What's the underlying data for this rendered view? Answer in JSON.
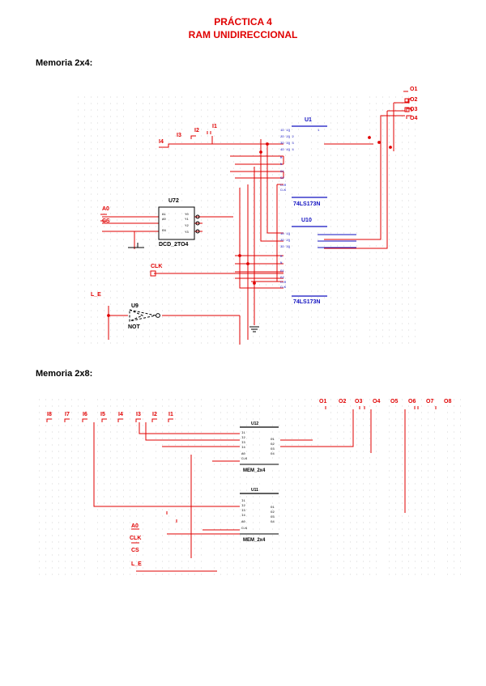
{
  "header": {
    "line1": "PRÁCTICA 4",
    "line2": "RAM UNIDIRECCIONAL"
  },
  "sections": {
    "s1": "Memoria 2x4:",
    "s2": "Memoria 2x8:"
  },
  "colors": {
    "wire": "#e00000",
    "part": "#1010c0",
    "label": "#e00000",
    "ink": "#000000",
    "grid": "#b8b8b8"
  },
  "mem2x4": {
    "outputs": [
      "O1",
      "O2",
      "O3",
      "O4"
    ],
    "inputs": [
      "I1",
      "I2",
      "I3",
      "I4"
    ],
    "u1_ref": "U1",
    "u1_part": "74LS173N",
    "u10_ref": "U10",
    "u10_part": "74LS173N",
    "dec_ref": "U72",
    "dec_part": "DCD_2TO4",
    "inv_ref": "U9",
    "inv_part": "NOT",
    "a0": "A0",
    "cs": "CS",
    "clk": "CLK",
    "le": "L_E"
  },
  "mem2x8": {
    "outputs": [
      "O1",
      "O2",
      "O3",
      "O4",
      "O5",
      "O6",
      "O7",
      "O8"
    ],
    "inputs": [
      "I8",
      "I7",
      "I6",
      "I5",
      "I4",
      "I3",
      "I2",
      "I1"
    ],
    "top_ref": "U12",
    "top_part": "MEM_2x4",
    "bot_ref": "U11",
    "bot_part": "MEM_2x4",
    "a0": "A0",
    "clk": "CLK",
    "cs": "CS",
    "le": "L_E"
  }
}
